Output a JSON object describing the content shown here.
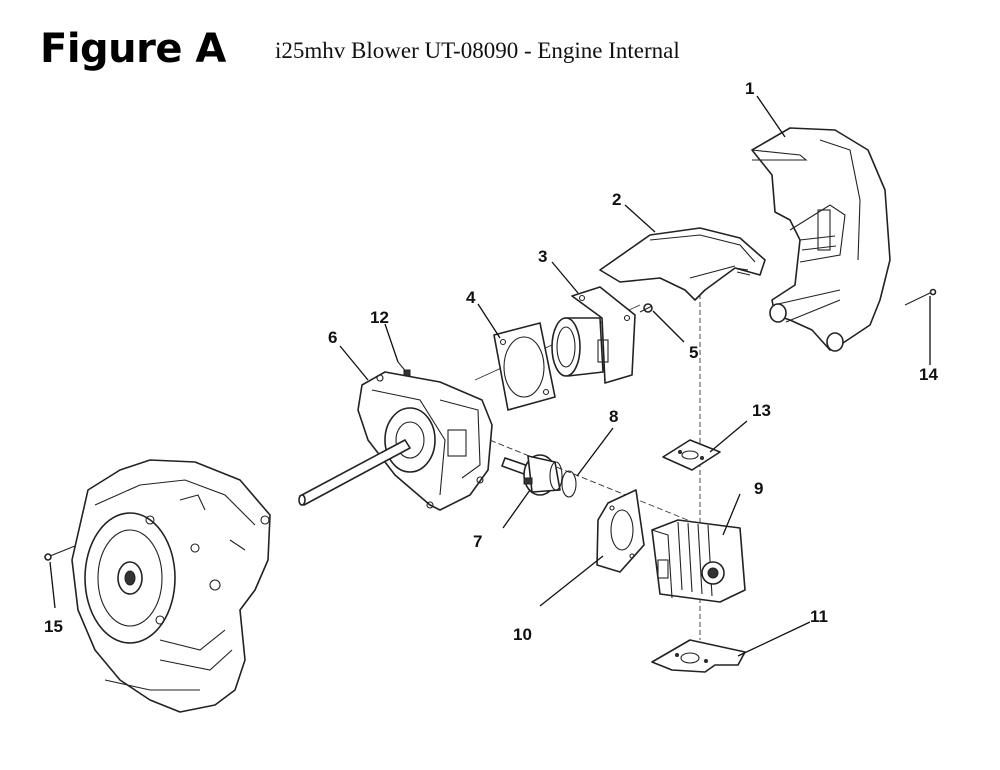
{
  "header": {
    "figure_label": "Figure A",
    "title": "i25mhv Blower UT-08090 - Engine Internal"
  },
  "callouts": [
    "1",
    "2",
    "3",
    "4",
    "5",
    "6",
    "7",
    "8",
    "9",
    "10",
    "11",
    "12",
    "13",
    "14",
    "15"
  ],
  "parts": {
    "p1": "blower-housing-cover",
    "p2": "cylinder-shroud",
    "p3": "muffler",
    "p4": "muffler-gasket",
    "p5": "screw",
    "p6": "crankcase-crankshaft-assembly",
    "p7": "piston",
    "p8": "piston-ring",
    "p9": "cylinder",
    "p10": "cylinder-gasket",
    "p11": "lower-plate",
    "p12": "screw",
    "p13": "upper-plate",
    "p14": "screw",
    "p15": "screw"
  }
}
